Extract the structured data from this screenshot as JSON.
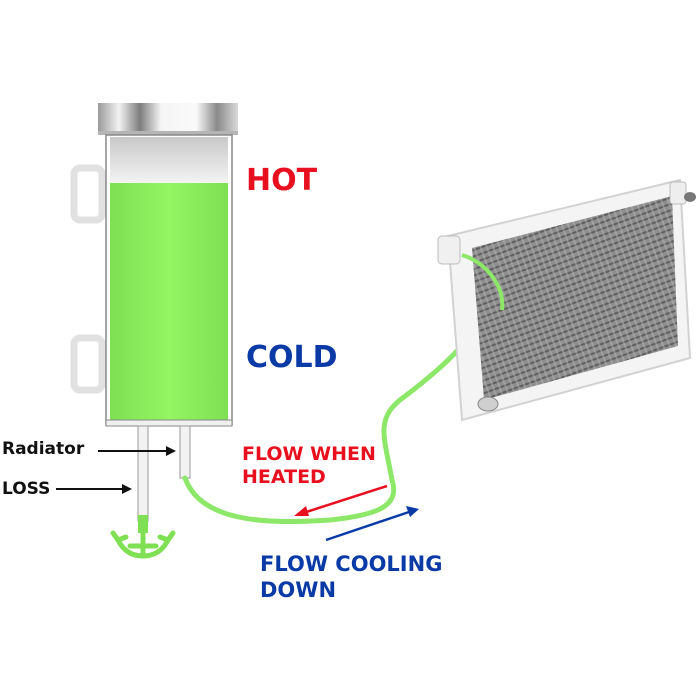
{
  "diagram": {
    "title": "Coolant overflow tank and radiator flow diagram",
    "labels": {
      "hot": "HOT",
      "cold": "COLD",
      "radiator": "Radiator",
      "loss": "LOSS",
      "flow_heated_line1": "FLOW WHEN",
      "flow_heated_line2": "HEATED",
      "flow_cooling_line1": "FLOW COOLING",
      "flow_cooling_line2": "DOWN"
    },
    "colors": {
      "hot": "#e8101e",
      "cold": "#0a3aa6",
      "coolant": "#8cf25a",
      "hose": "#8de86a",
      "heated_arrow": "#e8101e",
      "cooling_arrow": "#0a3aa6",
      "metal": "#c8c8c8"
    },
    "components": [
      "overflow-tank",
      "tank-cap",
      "mounting-brackets",
      "radiator-hose",
      "loss-tube",
      "radiator"
    ]
  }
}
